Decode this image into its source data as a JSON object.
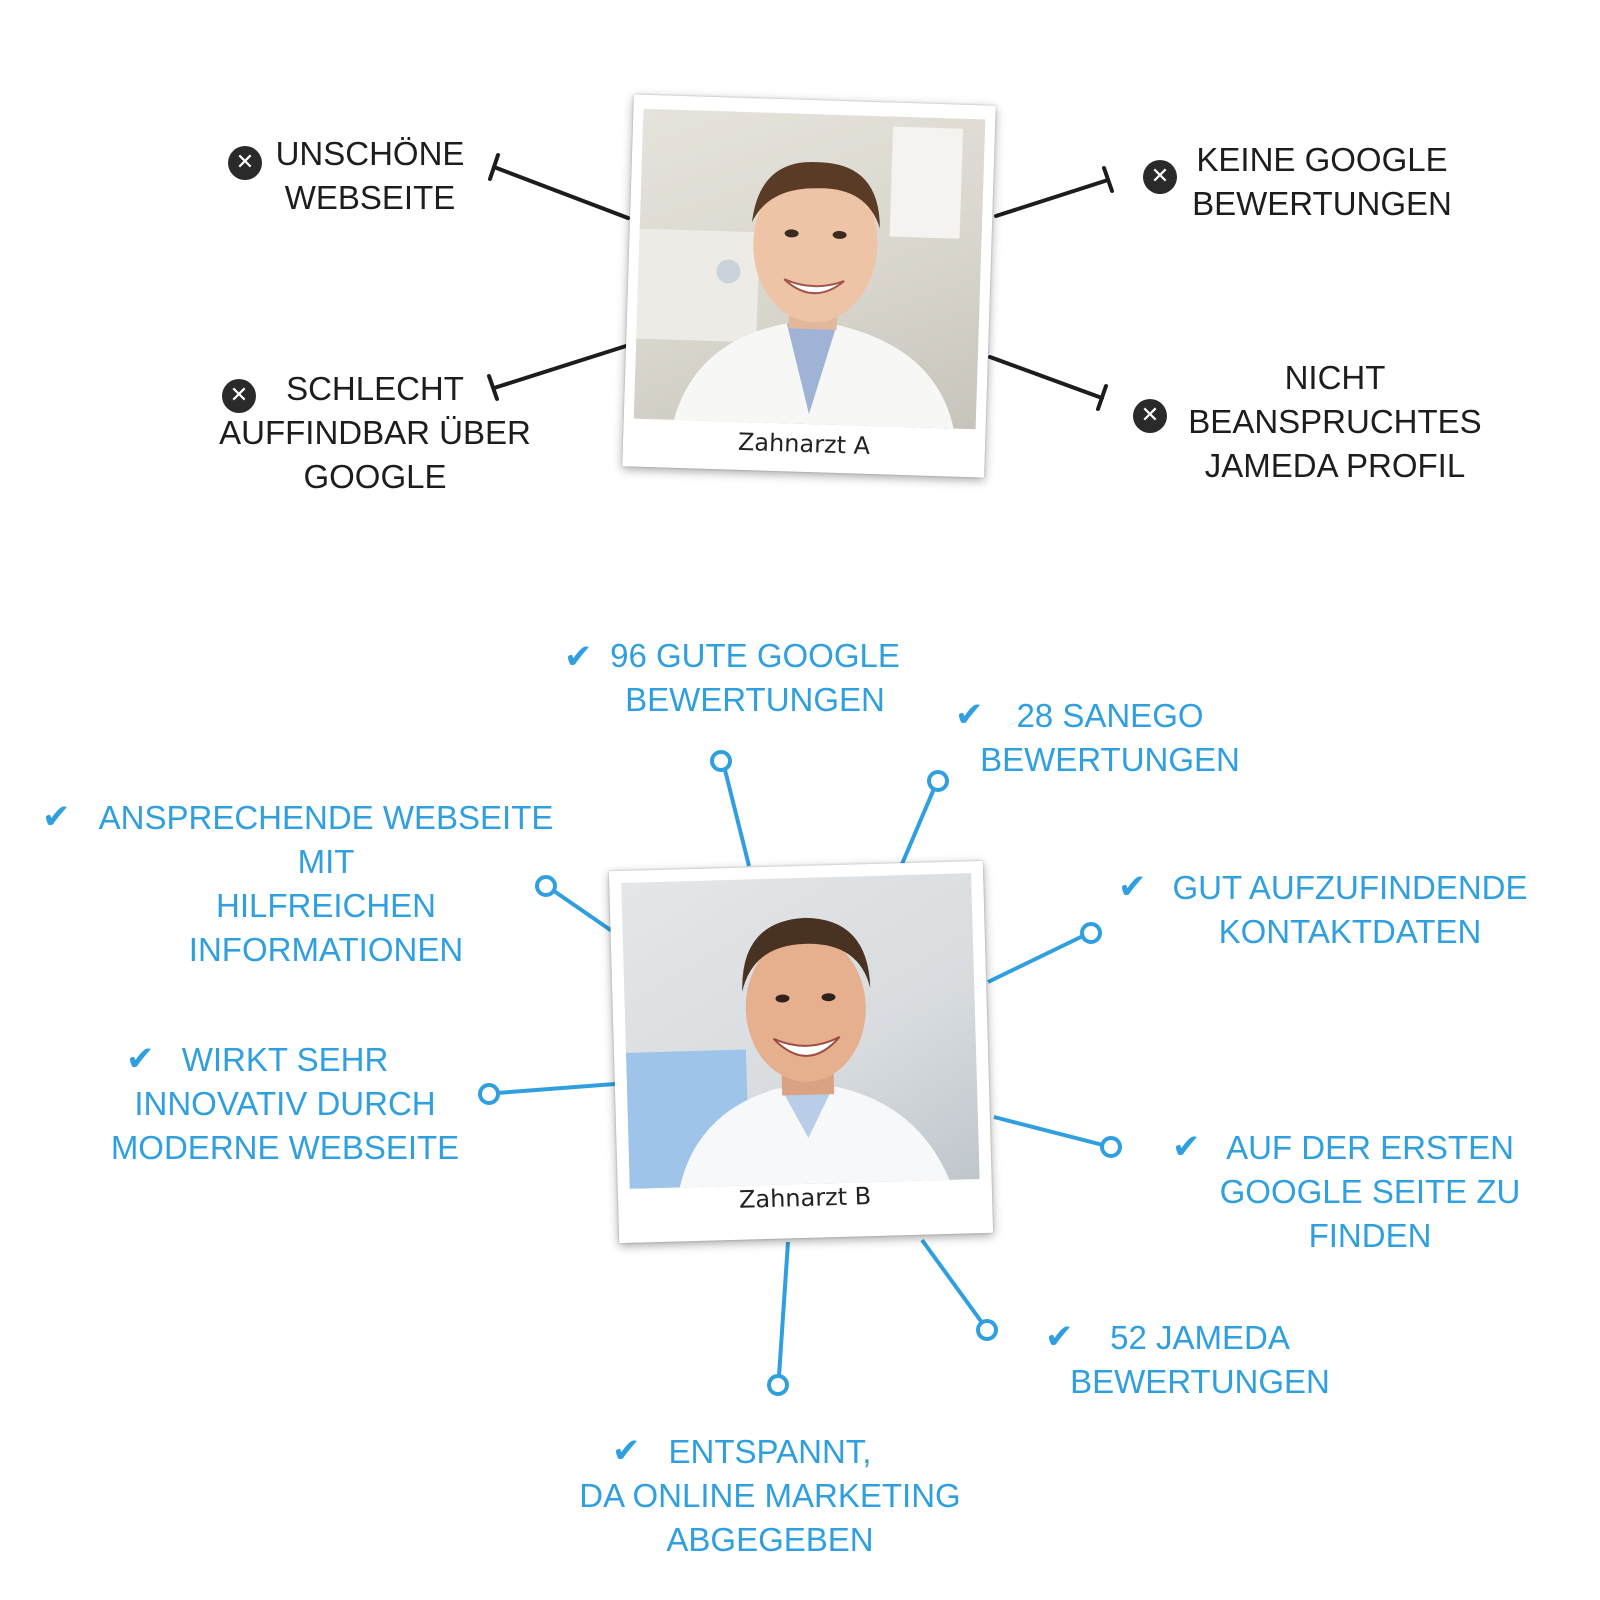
{
  "colors": {
    "negative_text": "#1d1d1d",
    "positive_accent": "#2f9fe0",
    "x_icon": "#2a2a2a"
  },
  "icons": {
    "negative": "close-circle-icon",
    "positive": "checkmark-icon"
  },
  "dentist_a": {
    "caption": "Zahnarzt A",
    "photo": "smiling-dentist-photo",
    "points": [
      {
        "lines": [
          "UNSCHÖNE",
          "WEBSEITE"
        ]
      },
      {
        "lines": [
          "SCHLECHT",
          "AUFFINDBAR ÜBER",
          "GOOGLE"
        ]
      },
      {
        "lines": [
          "KEINE GOOGLE",
          "BEWERTUNGEN"
        ]
      },
      {
        "lines": [
          "NICHT",
          "BEANSPRUCHTES",
          "JAMEDA PROFIL"
        ]
      }
    ]
  },
  "dentist_b": {
    "caption": "Zahnarzt B",
    "photo": "smiling-dentist-photo",
    "points": [
      {
        "lines": [
          "96 GUTE GOOGLE",
          "BEWERTUNGEN"
        ]
      },
      {
        "lines": [
          "28 SANEGO",
          "BEWERTUNGEN"
        ]
      },
      {
        "lines": [
          "ANSPRECHENDE WEBSEITE",
          "MIT",
          "HILFREICHEN",
          "INFORMATIONEN"
        ]
      },
      {
        "lines": [
          "GUT AUFZUFINDENDE",
          "KONTAKTDATEN"
        ]
      },
      {
        "lines": [
          "WIRKT SEHR",
          "INNOVATIV DURCH",
          "MODERNE WEBSEITE"
        ]
      },
      {
        "lines": [
          "AUF DER ERSTEN",
          "GOOGLE SEITE ZU",
          "FINDEN"
        ]
      },
      {
        "lines": [
          "52 JAMEDA",
          "BEWERTUNGEN"
        ]
      },
      {
        "lines": [
          "ENTSPANNT,",
          "DA ONLINE MARKETING",
          "ABGEGEBEN"
        ]
      }
    ]
  }
}
